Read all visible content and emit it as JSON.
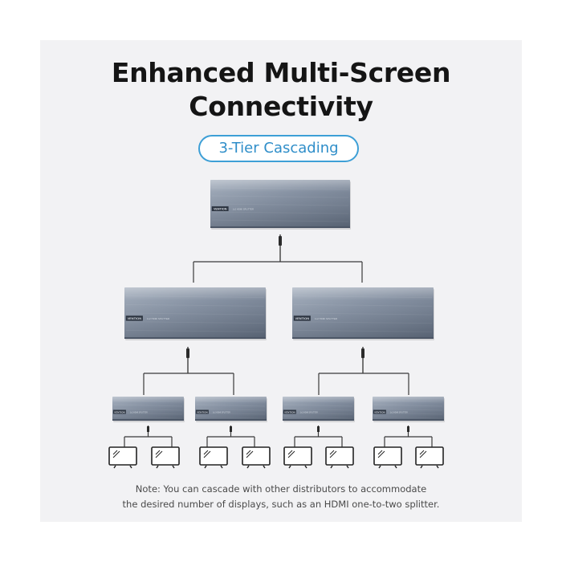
{
  "title": {
    "line1": "Enhanced Multi-Screen",
    "line2": "Connectivity"
  },
  "badge": "3-Tier Cascading",
  "devices": {
    "brand": "VENTION",
    "model": "1x2 HDMI SPLITTER"
  },
  "note": {
    "line1": "Note: You can cascade with other distributors to accommodate",
    "line2": "the desired number of displays, such as an HDMI one-to-two splitter."
  }
}
